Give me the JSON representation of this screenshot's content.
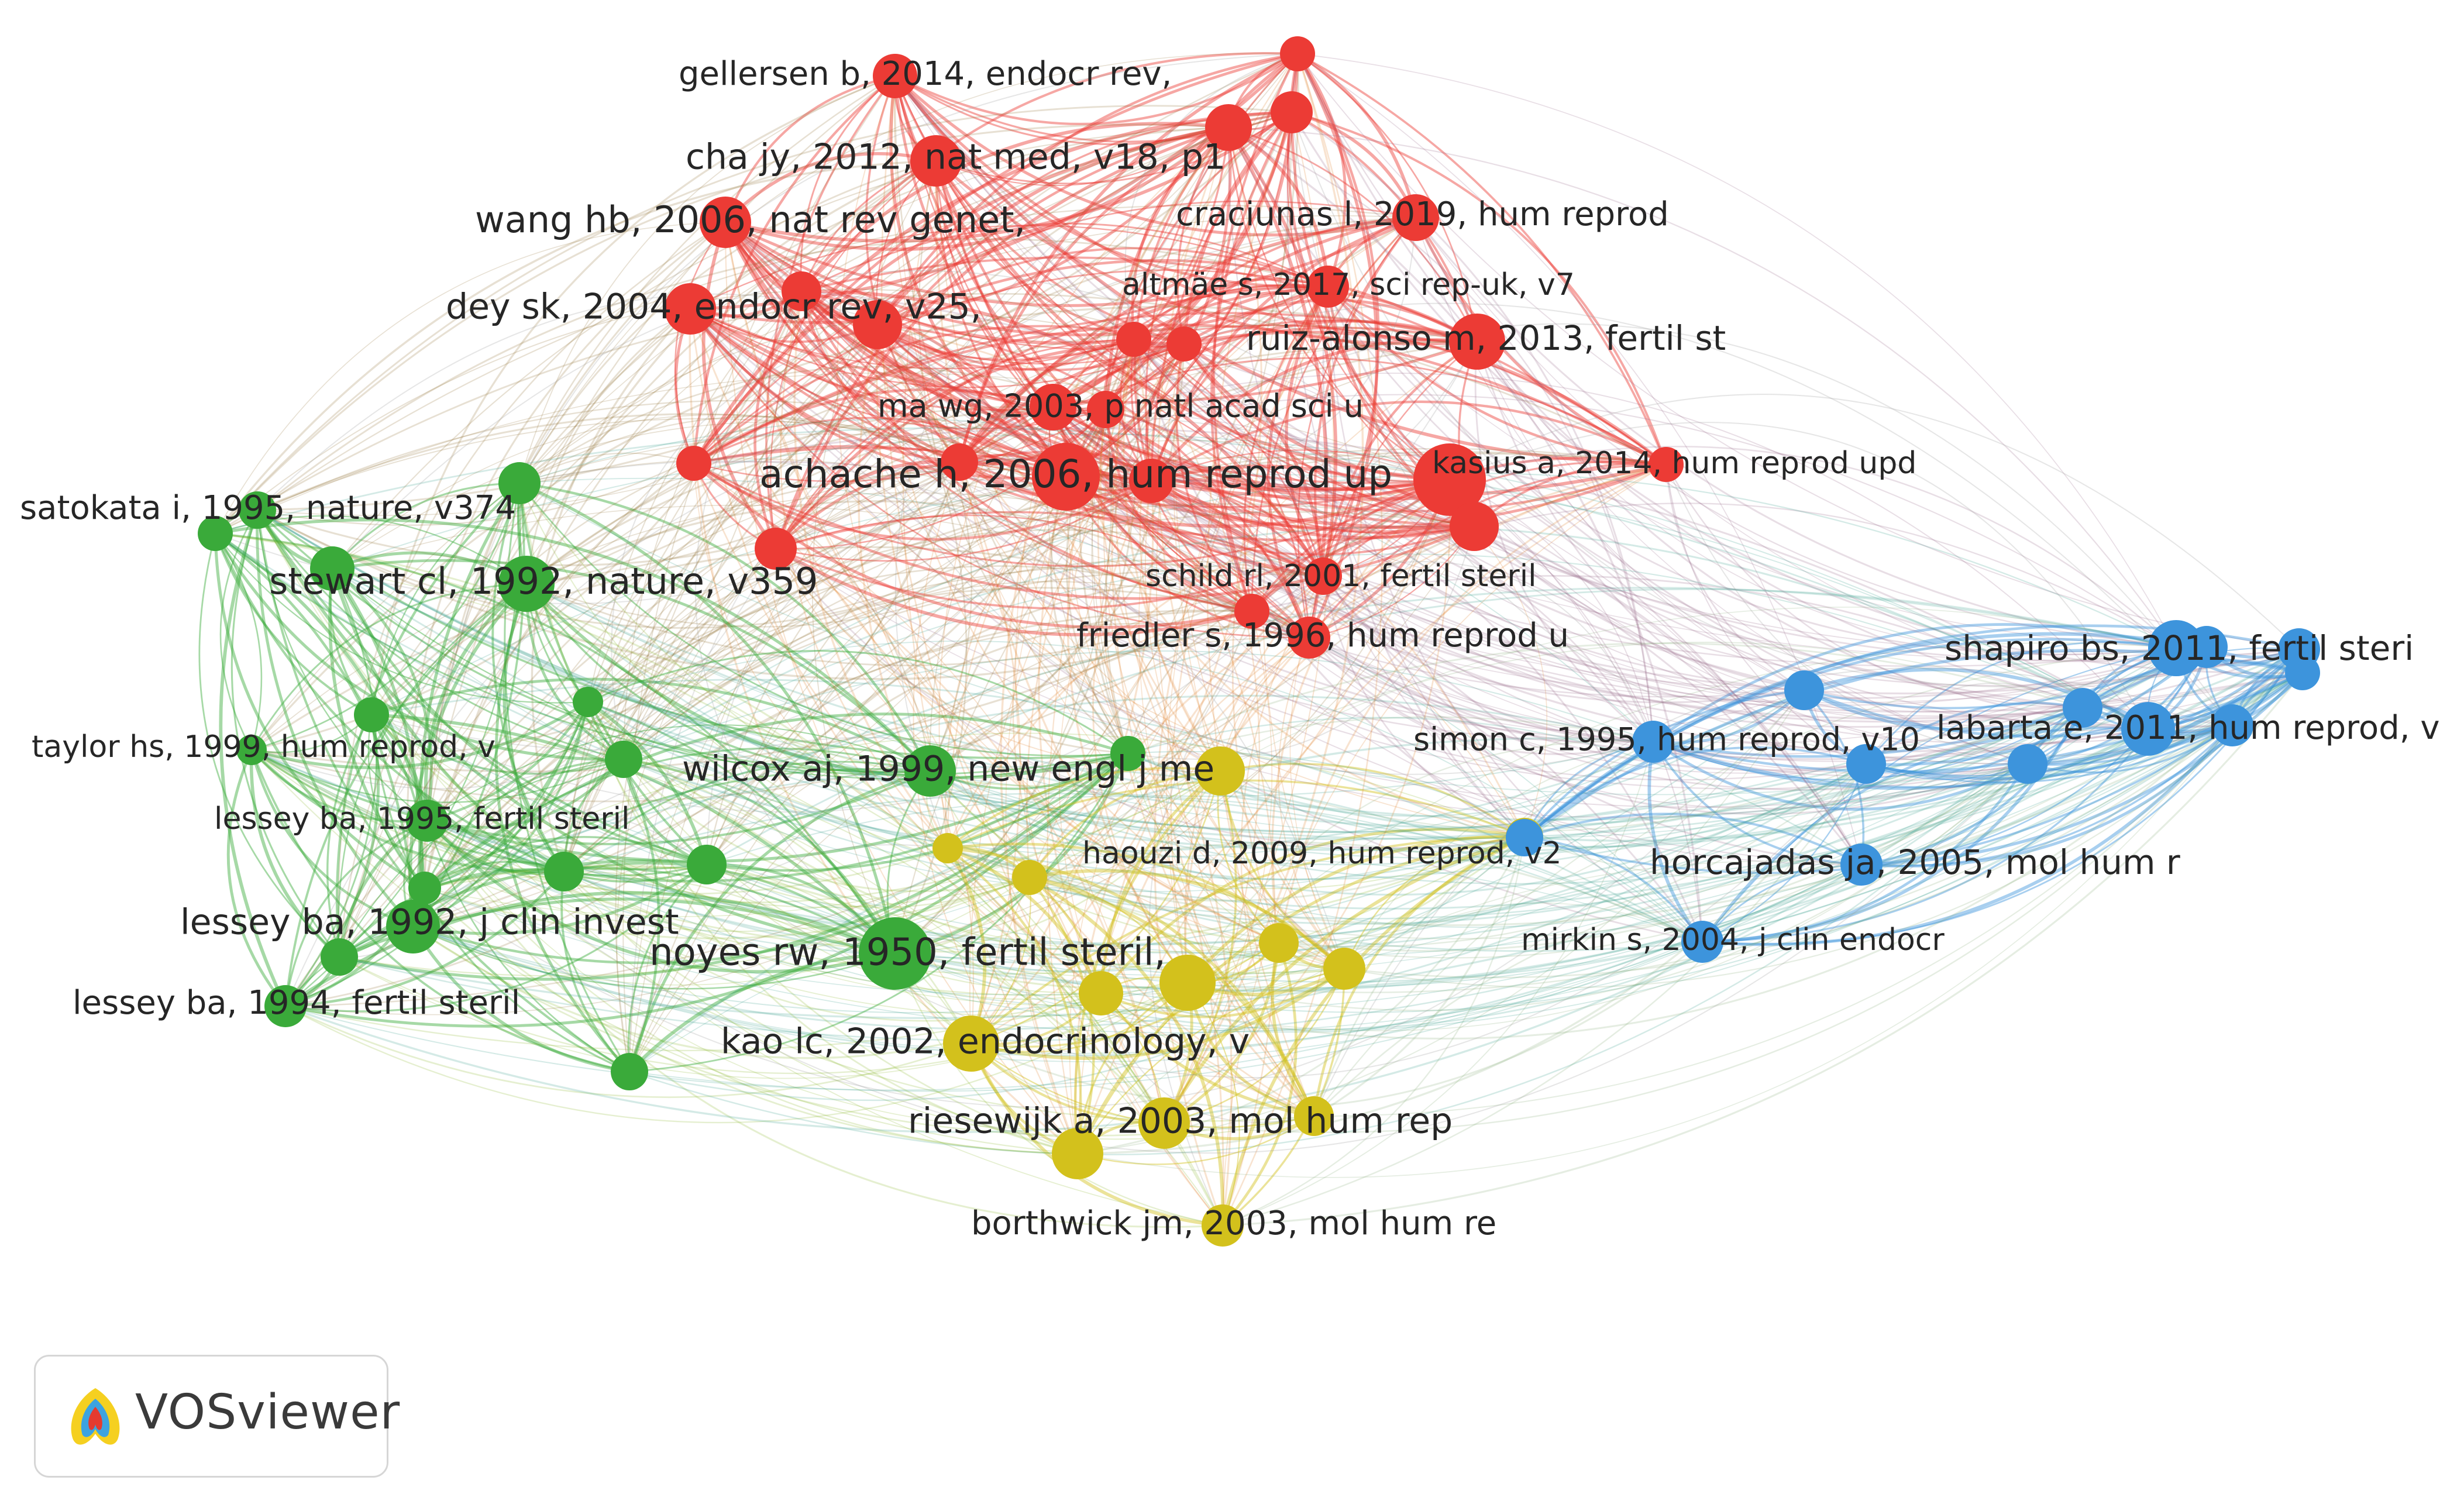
{
  "app_name": "VOSviewer",
  "logo": {
    "label": "VOSviewer",
    "icon": "vosviewer-logo-icon"
  },
  "cluster_colors": {
    "red": "#ec3b35",
    "green": "#3aaa3a",
    "blue": "#3d94dc",
    "yellow": "#d3c11c"
  },
  "network": {
    "labels": [
      {
        "text": "gellersen b, 2014, endocr rev,",
        "cluster": "red"
      },
      {
        "text": "cha jy, 2012, nat med, v18, p1",
        "cluster": "red"
      },
      {
        "text": "wang hb, 2006, nat rev genet,",
        "cluster": "red"
      },
      {
        "text": "craciunas l, 2019, hum reprod",
        "cluster": "red"
      },
      {
        "text": "altmäe s, 2017, sci rep-uk, v7",
        "cluster": "red"
      },
      {
        "text": "dey sk, 2004, endocr rev, v25,",
        "cluster": "red"
      },
      {
        "text": "ruiz-alonso m, 2013, fertil st",
        "cluster": "red"
      },
      {
        "text": "ma wg, 2003, p natl acad sci u",
        "cluster": "red"
      },
      {
        "text": "achache h, 2006, hum reprod up",
        "cluster": "red"
      },
      {
        "text": "kasius a, 2014, hum reprod upd",
        "cluster": "red"
      },
      {
        "text": "schild rl, 2001, fertil steril",
        "cluster": "red"
      },
      {
        "text": "friedler s, 1996, hum reprod u",
        "cluster": "red"
      },
      {
        "text": "satokata i, 1995, nature, v374",
        "cluster": "green"
      },
      {
        "text": "stewart cl, 1992, nature, v359",
        "cluster": "green"
      },
      {
        "text": "taylor hs, 1999, hum reprod, v",
        "cluster": "green"
      },
      {
        "text": "wilcox aj, 1999, new engl j me",
        "cluster": "green"
      },
      {
        "text": "lessey ba, 1995, fertil steril",
        "cluster": "green"
      },
      {
        "text": "lessey ba, 1992, j clin invest",
        "cluster": "green"
      },
      {
        "text": "noyes rw, 1950, fertil steril,",
        "cluster": "green"
      },
      {
        "text": "lessey ba, 1994, fertil steril",
        "cluster": "green"
      },
      {
        "text": "haouzi d, 2009, hum reprod, v2",
        "cluster": "yellow"
      },
      {
        "text": "kao lc, 2002, endocrinology, v",
        "cluster": "yellow"
      },
      {
        "text": "riesewijk a, 2003, mol hum rep",
        "cluster": "yellow"
      },
      {
        "text": "borthwick jm, 2003, mol hum re",
        "cluster": "yellow"
      },
      {
        "text": "shapiro bs, 2011, fertil steri",
        "cluster": "blue"
      },
      {
        "text": "simon c, 1995, hum reprod, v10",
        "cluster": "blue"
      },
      {
        "text": "labarta e, 2011, hum reprod, v",
        "cluster": "blue"
      },
      {
        "text": "horcajadas ja, 2005, mol hum r",
        "cluster": "blue"
      },
      {
        "text": "mirkin s, 2004, j clin endocr",
        "cluster": "blue"
      }
    ]
  }
}
